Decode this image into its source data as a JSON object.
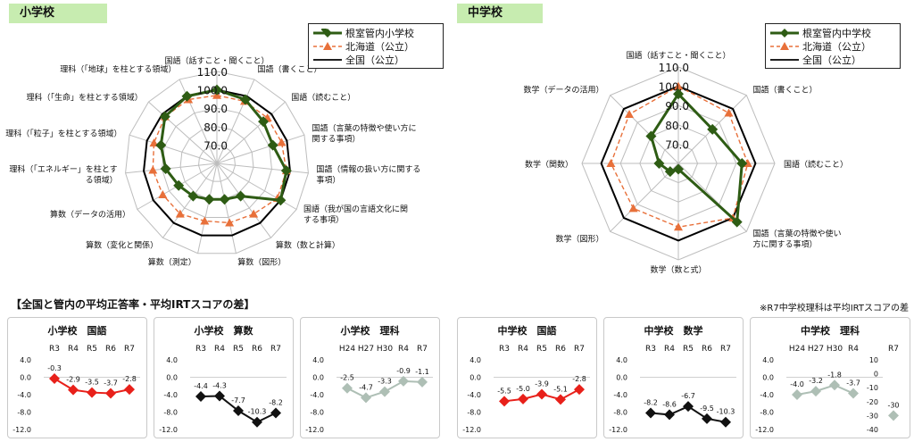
{
  "elementary_tag": "小学校",
  "middle_tag": "中学校",
  "legend_elem": {
    "s0": "根室管内小学校",
    "s1": "北海道（公立）",
    "s2": "全国（公立）"
  },
  "legend_mid": {
    "s0": "根室管内中学校",
    "s1": "北海道（公立）",
    "s2": "全国（公立）"
  },
  "panels_title": "【全国と管内の平均正答率・平均IRTスコアの差】",
  "note": "※R7中学校理科は平均IRTスコアの差",
  "colors": {
    "nemuro": "#2e5c14",
    "hokkaido": "#e8703a",
    "national": "#000000",
    "grid": "#bdbdbd",
    "diff_red": "#e8201a",
    "diff_black": "#111111",
    "diff_gray": "#aebfb5"
  },
  "chart_data": [
    {
      "type": "radar",
      "title": "小学校",
      "axes": [
        {
          "label": "国語（話すこと・聞くこと）",
          "lines": [
            "国語（話すこと・聞くこと）"
          ]
        },
        {
          "label": "国語（書くこと）",
          "lines": [
            "国語（書くこと）"
          ]
        },
        {
          "label": "国語（読むこと）",
          "lines": [
            "国語（読むこと）"
          ]
        },
        {
          "label": "国語（言葉の特徴や使い方に関する事項）",
          "lines": [
            "国語（言葉の特徴や使い方に",
            "関する事項）"
          ]
        },
        {
          "label": "国語（情報の扱い方に関する事項）",
          "lines": [
            "国語（情報の扱い方に関する",
            "事項）"
          ]
        },
        {
          "label": "国語（我が国の言語文化に関する事項）",
          "lines": [
            "国語（我が国の言語文化に関",
            "する事項）"
          ]
        },
        {
          "label": "算数（数と計算）",
          "lines": [
            "算数（数と計算）"
          ]
        },
        {
          "label": "算数（図形）",
          "lines": [
            "算数（図形）"
          ]
        },
        {
          "label": "算数（測定）",
          "lines": [
            "算数（測定）"
          ]
        },
        {
          "label": "算数（変化と関係）",
          "lines": [
            "算数（変化と関係）"
          ]
        },
        {
          "label": "算数（データの活用）",
          "lines": [
            "算数（データの活用）"
          ]
        },
        {
          "label": "理科（「エネルギー」を柱とする領域）",
          "lines": [
            "理科（「エネルギー」を柱とす",
            "る領域）"
          ]
        },
        {
          "label": "理科（「粒子」を柱とする領域）",
          "lines": [
            "理科（「粒子」を柱とする領域）"
          ]
        },
        {
          "label": "理科（「生命」を柱とする領域）",
          "lines": [
            "理科（「生命」を柱とする領域）"
          ]
        },
        {
          "label": "理科（「地球」を柱とする領域）",
          "lines": [
            "理科（「地球」を柱とする領域）"
          ]
        }
      ],
      "scale_ticks": [
        "70.0",
        "80.0",
        "90.0",
        "100.0",
        "110.0"
      ],
      "r_min": 60,
      "r_max": 110,
      "series": [
        {
          "name": "根室管内小学校",
          "values": [
            100,
            98,
            94,
            92,
            98,
            100,
            82,
            80,
            80,
            82,
            84,
            88,
            92,
            98,
            100
          ]
        },
        {
          "name": "北海道（公立）",
          "values": [
            97,
            97,
            97,
            97,
            98,
            98,
            94,
            93,
            92,
            94,
            94,
            95,
            96,
            98,
            98
          ]
        },
        {
          "name": "全国（公立）",
          "values": [
            100,
            100,
            100,
            100,
            100,
            100,
            100,
            100,
            100,
            100,
            100,
            100,
            100,
            100,
            100
          ]
        }
      ]
    },
    {
      "type": "radar",
      "title": "中学校",
      "axes": [
        {
          "label": "国語（話すこと・聞くこと）",
          "lines": [
            "国語（話すこと・聞くこと）"
          ]
        },
        {
          "label": "国語（書くこと）",
          "lines": [
            "国語（書くこと）"
          ]
        },
        {
          "label": "国語（読むこと）",
          "lines": [
            "国語（読むこと）"
          ]
        },
        {
          "label": "国語（言葉の特徴や使い方に関する事項）",
          "lines": [
            "国語（言葉の特徴や使い",
            "方に関する事項）"
          ]
        },
        {
          "label": "数学（数と式）",
          "lines": [
            "数学（数と式）"
          ]
        },
        {
          "label": "数学（図形）",
          "lines": [
            "数学（図形）"
          ]
        },
        {
          "label": "数学（関数）",
          "lines": [
            "数学（関数）"
          ]
        },
        {
          "label": "数学（データの活用）",
          "lines": [
            "数学（データの活用）"
          ]
        }
      ],
      "scale_ticks": [
        "70.0",
        "80.0",
        "90.0",
        "100.0",
        "110.0"
      ],
      "r_min": 60,
      "r_max": 110,
      "series": [
        {
          "name": "根室管内中学校",
          "values": [
            96,
            85,
            93,
            103,
            63,
            66,
            70,
            80
          ]
        },
        {
          "name": "北海道（公立）",
          "values": [
            100,
            97,
            96,
            100,
            93,
            93,
            95,
            96
          ]
        },
        {
          "name": "全国（公立）",
          "values": [
            100,
            100,
            100,
            100,
            100,
            100,
            100,
            100
          ]
        }
      ]
    },
    {
      "type": "line",
      "title": "小学校　国語",
      "categories": [
        "R3",
        "R4",
        "R5",
        "R6",
        "R7"
      ],
      "values": [
        -0.3,
        -2.9,
        -3.5,
        -3.7,
        -2.8
      ],
      "labels": [
        "-0.3",
        "-2.9",
        "-3.5",
        "-3.7",
        "-2.8"
      ],
      "ylim": [
        -12,
        4
      ],
      "yticks": [
        "4.0",
        "0.0",
        "-4.0",
        "-8.0",
        "-12.0"
      ],
      "color": "red"
    },
    {
      "type": "line",
      "title": "小学校　算数",
      "categories": [
        "R3",
        "R4",
        "R5",
        "R6",
        "R7"
      ],
      "values": [
        -4.4,
        -4.3,
        -7.7,
        -10.3,
        -8.2
      ],
      "labels": [
        "-4.4",
        "-4.3",
        "-7.7",
        "-10.3",
        "-8.2"
      ],
      "ylim": [
        -12,
        4
      ],
      "yticks": [
        "4.0",
        "0.0",
        "-4.0",
        "-8.0",
        "-12.0"
      ],
      "color": "black"
    },
    {
      "type": "line",
      "title": "小学校　理科",
      "categories": [
        "H24",
        "H27",
        "H30",
        "R4",
        "R7"
      ],
      "values": [
        -2.5,
        -4.7,
        -3.3,
        -0.9,
        -1.1
      ],
      "labels": [
        "-2.5",
        "-4.7",
        "-3.3",
        "-0.9",
        "-1.1"
      ],
      "ylim": [
        -12,
        4
      ],
      "yticks": [
        "4.0",
        "0.0",
        "-4.0",
        "-8.0",
        "-12.0"
      ],
      "color": "gray"
    },
    {
      "type": "line",
      "title": "中学校　国語",
      "categories": [
        "R3",
        "R4",
        "R5",
        "R6",
        "R7"
      ],
      "values": [
        -5.5,
        -5.0,
        -3.9,
        -5.1,
        -2.8
      ],
      "labels": [
        "-5.5",
        "-5.0",
        "-3.9",
        "-5.1",
        "-2.8"
      ],
      "ylim": [
        -12,
        4
      ],
      "yticks": [
        "4.0",
        "0.0",
        "-4.0",
        "-8.0",
        "-12.0"
      ],
      "color": "red"
    },
    {
      "type": "line",
      "title": "中学校　数学",
      "categories": [
        "R3",
        "R4",
        "R5",
        "R6",
        "R7"
      ],
      "values": [
        -8.2,
        -8.6,
        -6.7,
        -9.5,
        -10.3
      ],
      "labels": [
        "-8.2",
        "-8.6",
        "-6.7",
        "-9.5",
        "-10.3"
      ],
      "ylim": [
        -12,
        4
      ],
      "yticks": [
        "4.0",
        "0.0",
        "-4.0",
        "-8.0",
        "-12.0"
      ],
      "color": "black"
    },
    {
      "type": "line",
      "title": "中学校　理科",
      "categories": [
        "H24",
        "H27",
        "H30",
        "R4"
      ],
      "values": [
        -4.0,
        -3.2,
        -1.8,
        -3.7
      ],
      "labels": [
        "-4.0",
        "-3.2",
        "-1.8",
        "-3.7"
      ],
      "ylim": [
        -12,
        4
      ],
      "yticks": [
        "4.0",
        "0.0",
        "-4.0",
        "-8.0",
        "-12.0"
      ],
      "color": "gray",
      "secondary": {
        "category": "R7",
        "value": -30,
        "label": "-30",
        "ylim": [
          -40,
          10
        ],
        "yticks": [
          "10",
          "0",
          "-10",
          "-20",
          "-30",
          "-40"
        ]
      }
    }
  ]
}
